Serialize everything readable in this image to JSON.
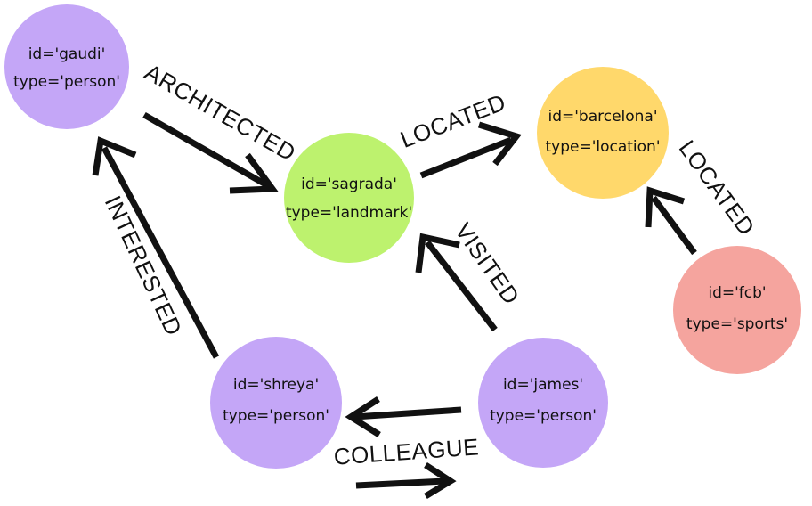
{
  "nodes": [
    {
      "key": "gaudi",
      "id_line": "id='gaudi'",
      "type_line": "type='person'",
      "color": "#C4A6F7"
    },
    {
      "key": "sagrada",
      "id_line": "id='sagrada'",
      "type_line": "type='landmark'",
      "color": "#BDF26E"
    },
    {
      "key": "barcelona",
      "id_line": "id='barcelona'",
      "type_line": "type='location'",
      "color": "#FFD86B"
    },
    {
      "key": "fcb",
      "id_line": "id='fcb'",
      "type_line": "type='sports'",
      "color": "#F5A49E"
    },
    {
      "key": "shreya",
      "id_line": "id='shreya'",
      "type_line": "type='person'",
      "color": "#C4A6F7"
    },
    {
      "key": "james",
      "id_line": "id='james'",
      "type_line": "type='person'",
      "color": "#C4A6F7"
    }
  ],
  "edges": [
    {
      "key": "gaudi-sagrada",
      "from": "gaudi",
      "to": "sagrada",
      "label": "ARCHITECTED"
    },
    {
      "key": "sagrada-barcelona",
      "from": "sagrada",
      "to": "barcelona",
      "label": "LOCATED"
    },
    {
      "key": "fcb-barcelona",
      "from": "fcb",
      "to": "barcelona",
      "label": "LOCATED"
    },
    {
      "key": "james-sagrada",
      "from": "james",
      "to": "sagrada",
      "label": "VISITED"
    },
    {
      "key": "shreya-gaudi",
      "from": "shreya",
      "to": "gaudi",
      "label": "INTERESTED"
    },
    {
      "key": "james-shreya",
      "from": "james",
      "to": "shreya",
      "label": "COLLEAGUE"
    },
    {
      "key": "shreya-james",
      "from": "shreya",
      "to": "james",
      "label": ""
    }
  ],
  "colors": {
    "arrow": "#111111",
    "text": "#111111"
  }
}
